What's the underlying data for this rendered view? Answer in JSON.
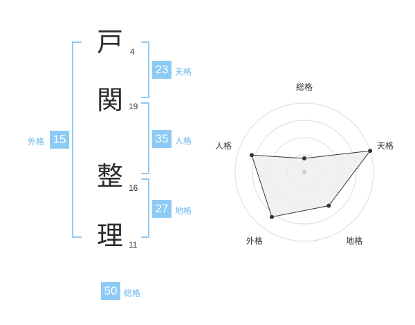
{
  "name_chars": [
    {
      "char": "戸",
      "strokes": "4"
    },
    {
      "char": "関",
      "strokes": "19"
    },
    {
      "char": "整",
      "strokes": "16"
    },
    {
      "char": "理",
      "strokes": "11"
    }
  ],
  "fortunes": {
    "tenkaku": {
      "value": "23",
      "label": "天格"
    },
    "jinkaku": {
      "value": "35",
      "label": "人格"
    },
    "chikaku": {
      "value": "27",
      "label": "地格"
    },
    "gaikaku": {
      "value": "15",
      "label": "外格"
    },
    "soukaku": {
      "value": "50",
      "label": "総格"
    }
  },
  "colors": {
    "accent": "#8ecaf6",
    "label_text": "#67b6ec",
    "radar_fill": "#eeeeee"
  },
  "chart_data": {
    "type": "radar",
    "axes": [
      "総格",
      "天格",
      "地格",
      "外格",
      "人格"
    ],
    "values": [
      1,
      5,
      3,
      4,
      4
    ],
    "max": 5,
    "rings": 4
  }
}
